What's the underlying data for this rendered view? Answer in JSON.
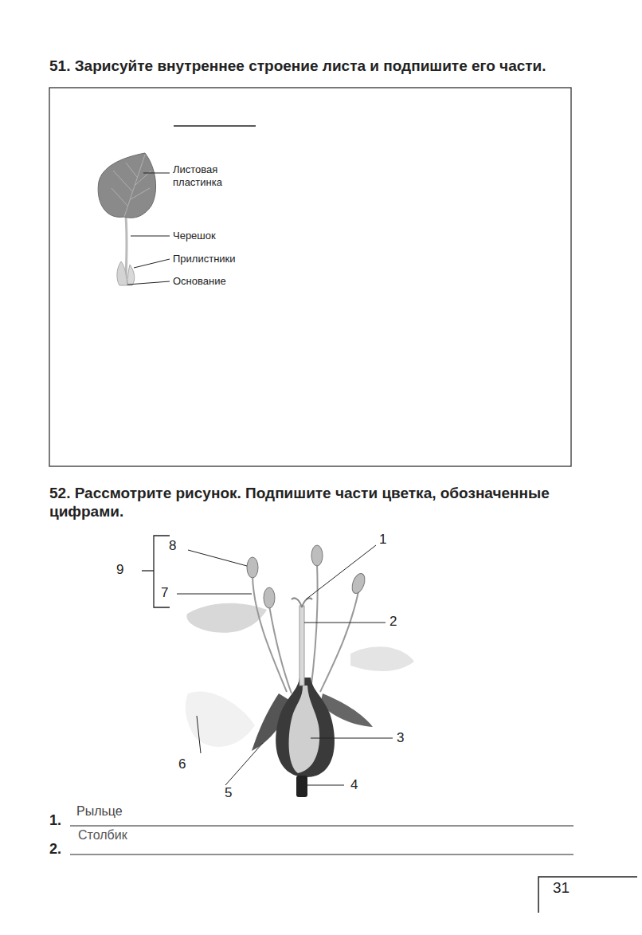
{
  "diagram": {
    "labels": [
      "51. Зарисуйте внутреннее строение листа и подпишите его части.",
      "Листовая пластинка",
      "Черешок",
      "Прилистники",
      "Основание",
      "52. Рассмотрите рисунок. Подпишите части цветка, обозначенные цифрами.",
      "9",
      "8",
      "7",
      "1",
      "2",
      "3",
      "4",
      "5",
      "6",
      "1.",
      "Рыльце",
      "2.",
      "Столбик",
      "31"
    ]
  }
}
